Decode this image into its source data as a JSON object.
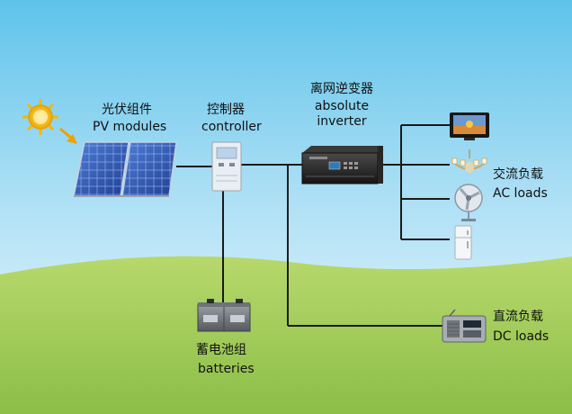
{
  "labels": {
    "pv_cn": "光伏组件",
    "pv_en": "PV    modules",
    "controller_cn": "控制器",
    "controller_en": "controller",
    "inverter_cn": "离网逆变器",
    "inverter_en1": "absolute",
    "inverter_en2": "inverter",
    "ac_cn": "交流负载",
    "ac_en": "AC  loads",
    "dc_cn": "直流负载",
    "dc_en": "DC  loads",
    "battery_cn": "蓄电池组",
    "battery_en": "batteries"
  },
  "colors": {
    "sky_top": "#5ec3ea",
    "sky_bottom": "#f2fbfe",
    "grass": "#9fcb58",
    "wire": "#1a1a1a",
    "sun": "#f5b800",
    "arrow": "#f0a000",
    "panel": "#2f59b8"
  }
}
